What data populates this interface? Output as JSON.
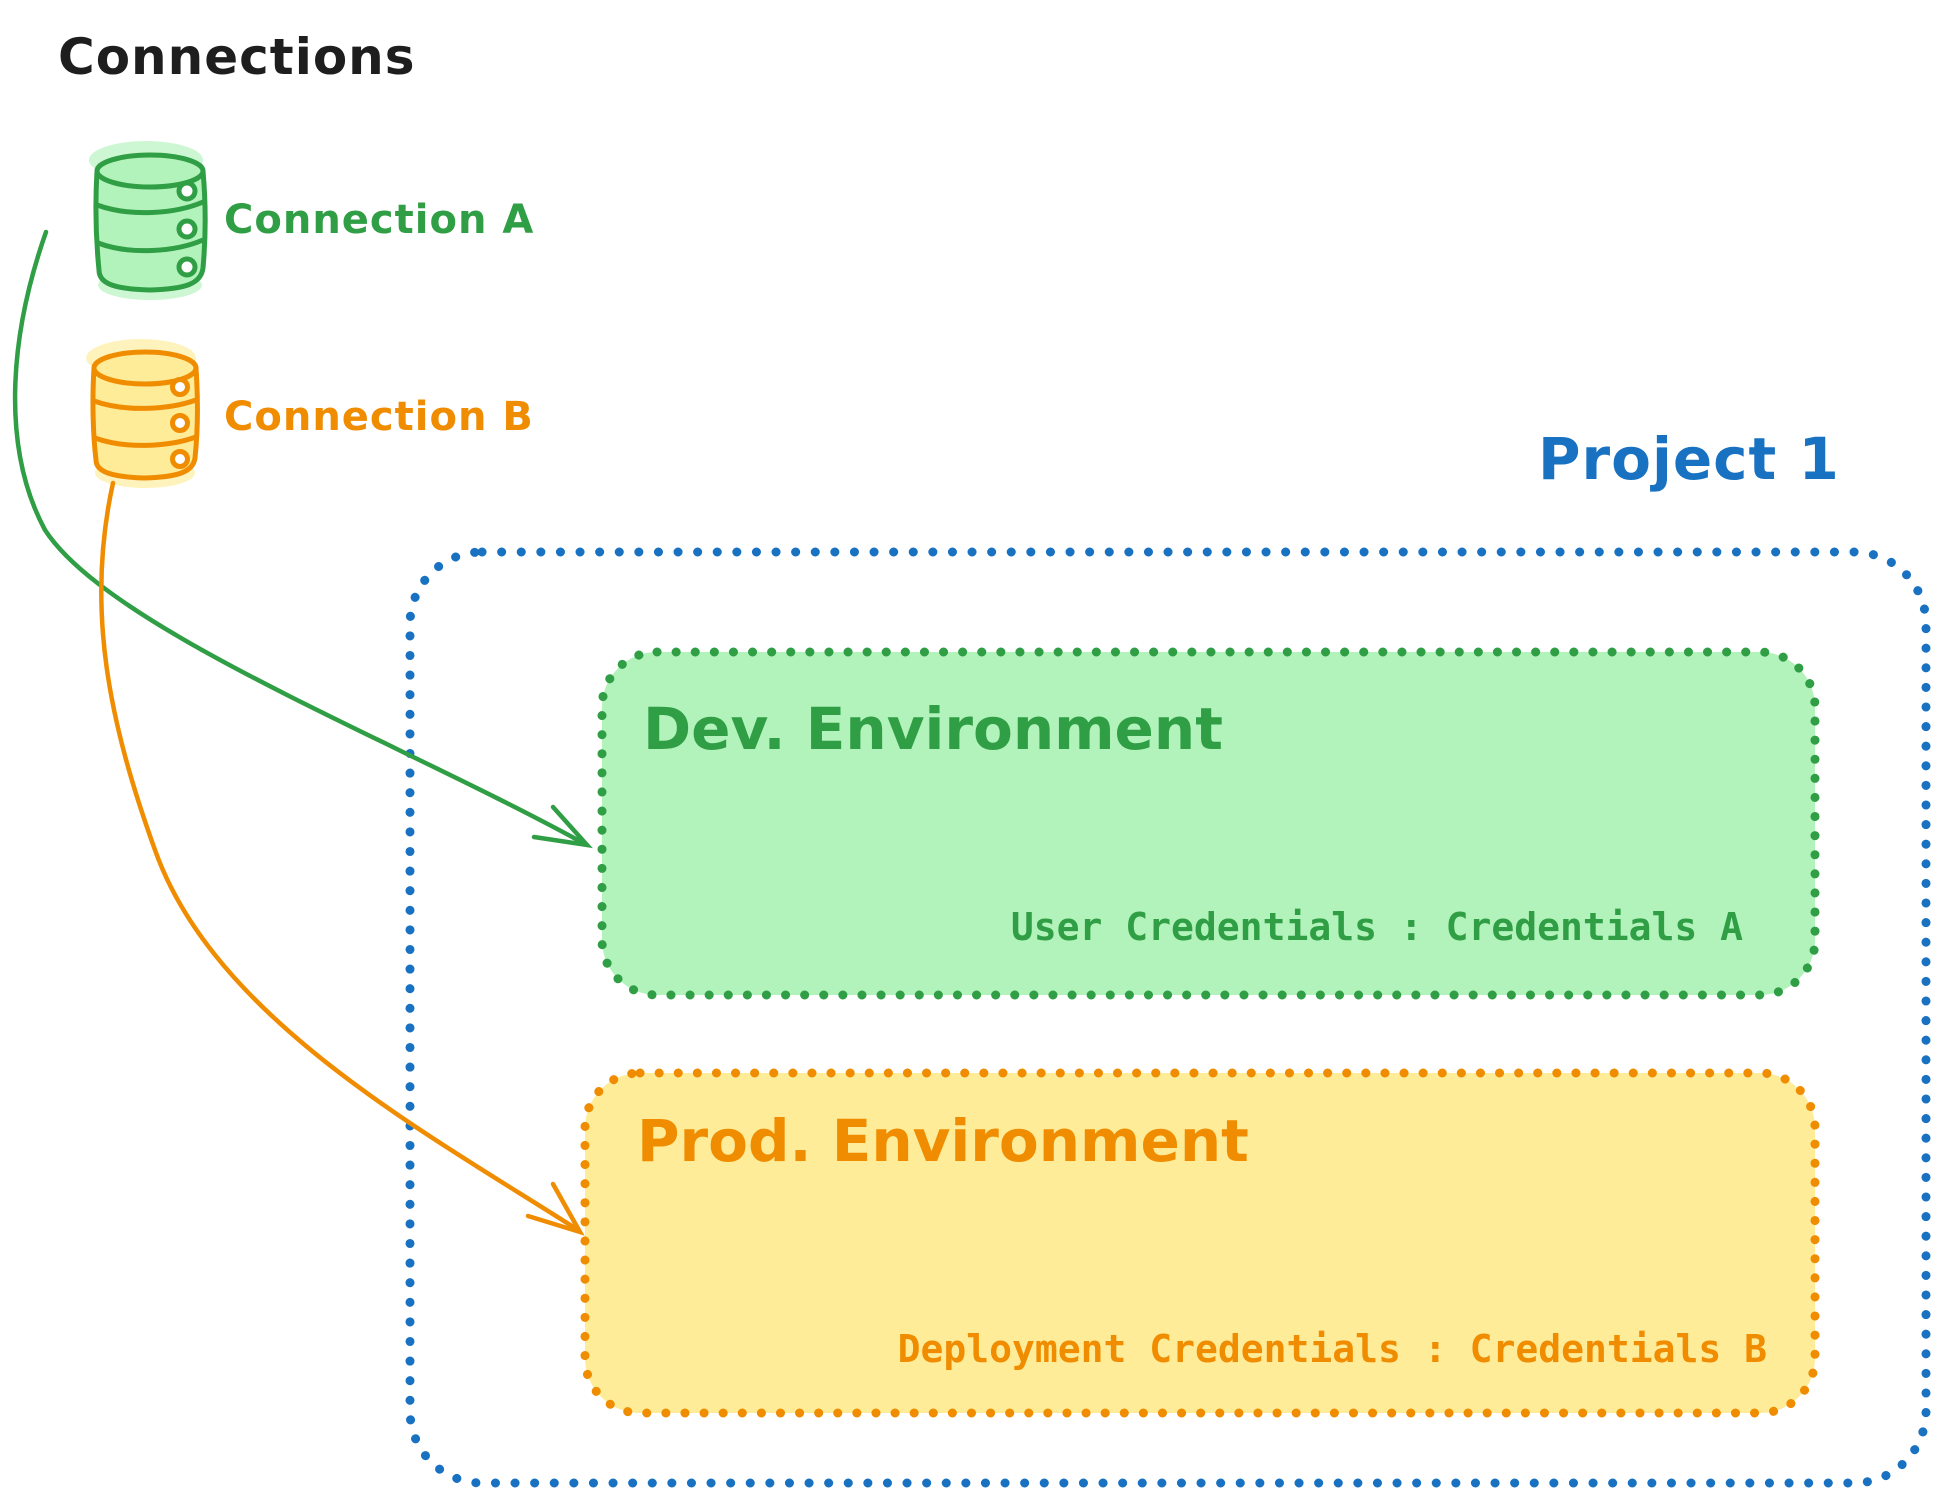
{
  "title": "Connections",
  "connections": [
    {
      "label": "Connection A",
      "icon": "database-icon",
      "color": "#2f9e44",
      "fill": "#b2f2bb"
    },
    {
      "label": "Connection B",
      "icon": "database-icon",
      "color": "#f08c00",
      "fill": "#ffec99"
    }
  ],
  "project": {
    "label": "Project 1",
    "border_color": "#1971c2",
    "environments": [
      {
        "name": "Dev. Environment",
        "credentials_line": "User Credentials : Credentials A",
        "color": "#2f9e44",
        "fill": "#b2f2bb",
        "linked_connection": "Connection A"
      },
      {
        "name": "Prod. Environment",
        "credentials_line": "Deployment Credentials : Credentials B",
        "color": "#f08c00",
        "fill": "#ffec99",
        "linked_connection": "Connection B"
      }
    ]
  },
  "colors": {
    "text": "#1e1e1e",
    "blue": "#1971c2",
    "green": "#2f9e44",
    "green_fill": "#b2f2bb",
    "orange": "#f08c00",
    "orange_fill": "#ffec99"
  }
}
